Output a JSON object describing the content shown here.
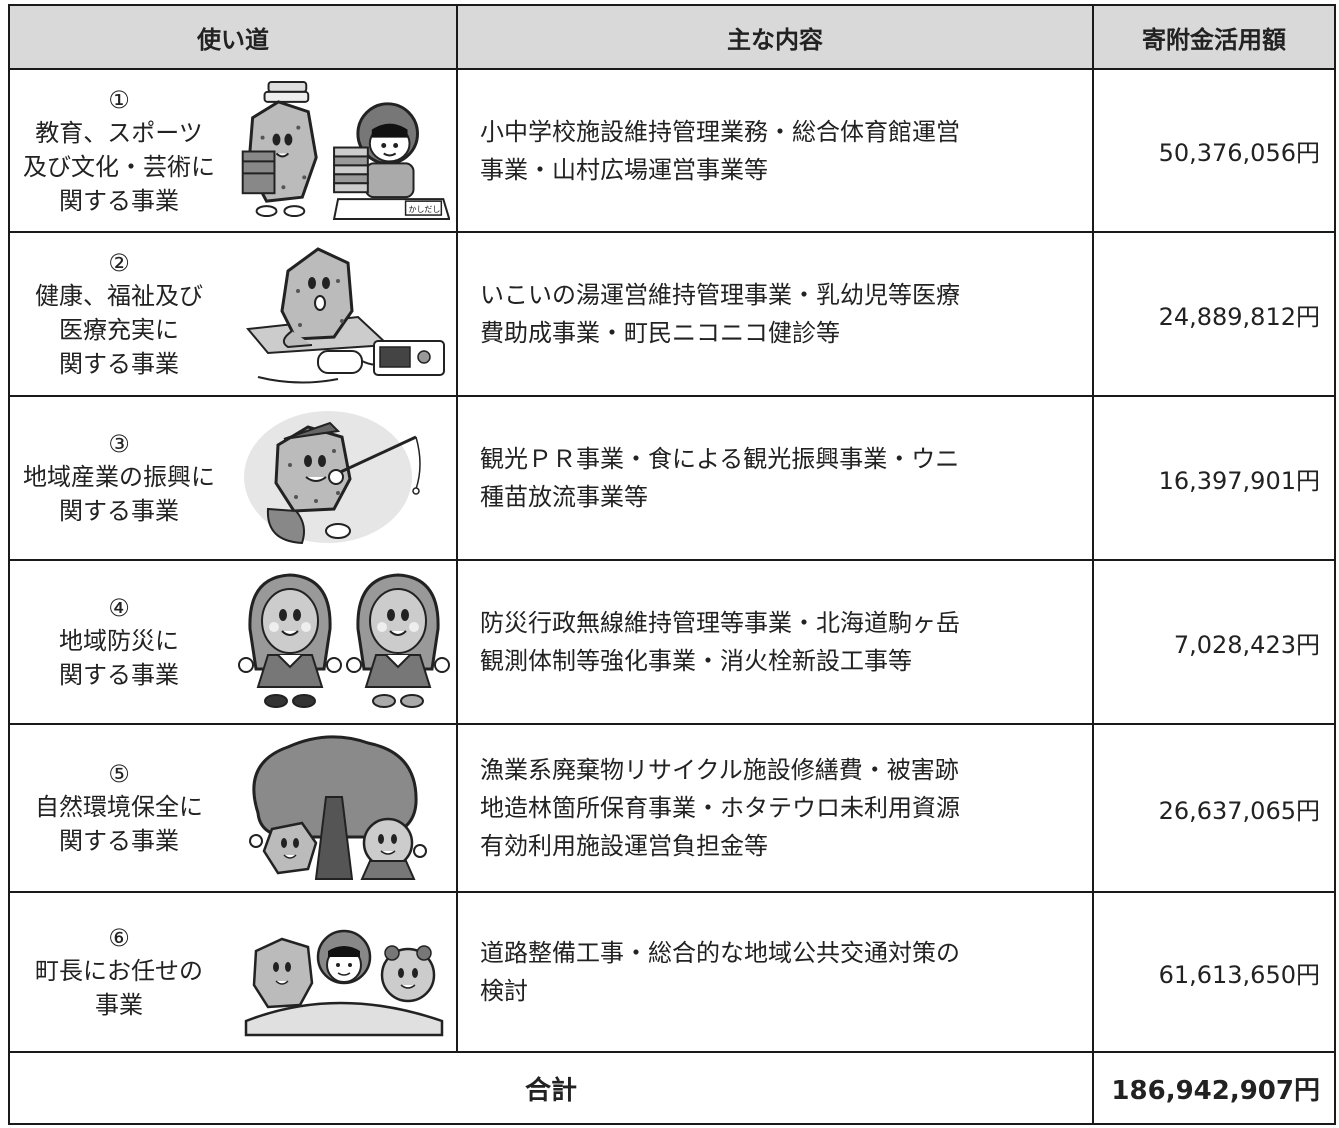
{
  "header": {
    "col_use": "使い道",
    "col_content": "主な内容",
    "col_amount": "寄附金活用額"
  },
  "rows": [
    {
      "num": "①",
      "use_lines": [
        "教育、スポーツ",
        "及び文化・芸術に",
        "関する事業"
      ],
      "content_lines": [
        "小中学校施設維持管理業務・総合体育館運営",
        "事業・山村広場運営事業等"
      ],
      "amount": "50,376,056円",
      "illustration_sign": "かしだし"
    },
    {
      "num": "②",
      "use_lines": [
        "健康、福祉及び",
        "医療充実に",
        "関する事業"
      ],
      "content_lines": [
        "いこいの湯運営維持管理事業・乳幼児等医療",
        "費助成事業・町民ニコニコ健診等"
      ],
      "amount": "24,889,812円"
    },
    {
      "num": "③",
      "use_lines": [
        "地域産業の振興に",
        "関する事業"
      ],
      "content_lines": [
        "観光ＰＲ事業・食による観光振興事業・ウニ",
        "種苗放流事業等"
      ],
      "amount": "16,397,901円"
    },
    {
      "num": "④",
      "use_lines": [
        "地域防災に",
        "関する事業"
      ],
      "content_lines": [
        "防災行政無線維持管理等事業・北海道駒ヶ岳",
        "観測体制等強化事業・消火栓新設工事等"
      ],
      "amount": "7,028,423円"
    },
    {
      "num": "⑤",
      "use_lines": [
        "自然環境保全に",
        "関する事業"
      ],
      "content_lines": [
        "漁業系廃棄物リサイクル施設修繕費・被害跡",
        "地造林箇所保育事業・ホタテウロ未利用資源",
        "有効利用施設運営負担金等"
      ],
      "amount": "26,637,065円"
    },
    {
      "num": "⑥",
      "use_lines": [
        "町長にお任せの",
        "事業"
      ],
      "content_lines": [
        "道路整備工事・総合的な地域公共交通対策の",
        "検討"
      ],
      "amount": "61,613,650円"
    }
  ],
  "total": {
    "label": "合計",
    "amount": "186,942,907円"
  }
}
